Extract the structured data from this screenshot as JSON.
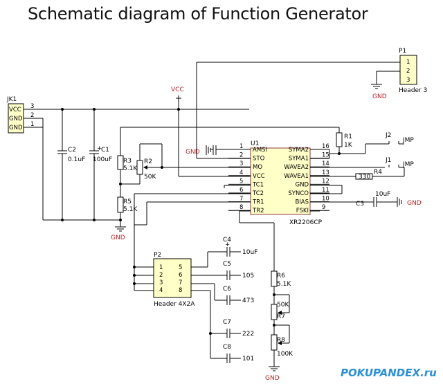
{
  "title": "Schematic diagram of Function Generator",
  "watermark": "POKUPANDEX.ru",
  "ic": {
    "ref": "U1",
    "part": "XR2206CP",
    "left_pins": [
      {
        "num": "1",
        "name": "AMSI"
      },
      {
        "num": "2",
        "name": "STO"
      },
      {
        "num": "3",
        "name": "MO"
      },
      {
        "num": "4",
        "name": "VCC"
      },
      {
        "num": "5",
        "name": "TC1"
      },
      {
        "num": "6",
        "name": "TC2"
      },
      {
        "num": "7",
        "name": "TR1"
      },
      {
        "num": "8",
        "name": "TR2"
      }
    ],
    "right_pins": [
      {
        "num": "16",
        "name": "SYMA2"
      },
      {
        "num": "15",
        "name": "SYMA1"
      },
      {
        "num": "14",
        "name": "WAVEA2"
      },
      {
        "num": "13",
        "name": "WAVEA1"
      },
      {
        "num": "12",
        "name": "GND"
      },
      {
        "num": "11",
        "name": "SYNCO"
      },
      {
        "num": "10",
        "name": "BIAS"
      },
      {
        "num": "9",
        "name": "FSKI"
      }
    ]
  },
  "jk1": {
    "ref": "JK1",
    "pins": [
      "VCC",
      "GND",
      "GND"
    ],
    "nums": [
      "3",
      "2",
      "1"
    ]
  },
  "p1": {
    "ref": "P1",
    "pins": [
      "1",
      "2",
      "3"
    ],
    "type": "Header 3"
  },
  "p2": {
    "ref": "P2",
    "left": [
      "1",
      "2",
      "3",
      "4"
    ],
    "right": [
      "5",
      "6",
      "7",
      "8"
    ],
    "type": "Header 4X2A"
  },
  "nets": {
    "vcc": "VCC",
    "gnd": "GND"
  },
  "j1": {
    "ref": "J1",
    "type": "JMP"
  },
  "j2": {
    "ref": "J2",
    "type": "JMP"
  },
  "parts": {
    "c1": {
      "ref": "C1",
      "value": "100uF"
    },
    "c2": {
      "ref": "C2",
      "value": "0.1uF"
    },
    "c3": {
      "ref": "C3",
      "value": "10uF"
    },
    "c4": {
      "ref": "C4",
      "value": "10uF"
    },
    "c5": {
      "ref": "C5",
      "value": "105"
    },
    "c6": {
      "ref": "C6",
      "value": "473"
    },
    "c7": {
      "ref": "C7",
      "value": "222"
    },
    "c8": {
      "ref": "C8",
      "value": "101"
    },
    "r1": {
      "ref": "R1",
      "value": "1K"
    },
    "r2": {
      "ref": "R2",
      "value": "50K"
    },
    "r3": {
      "ref": "R3",
      "value": "5.1K"
    },
    "r4": {
      "ref": "R4",
      "value": "330"
    },
    "r5": {
      "ref": "R5",
      "value": "5.1K"
    },
    "r6": {
      "ref": "R6",
      "value": "5.1K"
    },
    "r7": {
      "ref": "R7",
      "value": "50K"
    },
    "r8": {
      "ref": "R8",
      "value": "100K"
    }
  }
}
